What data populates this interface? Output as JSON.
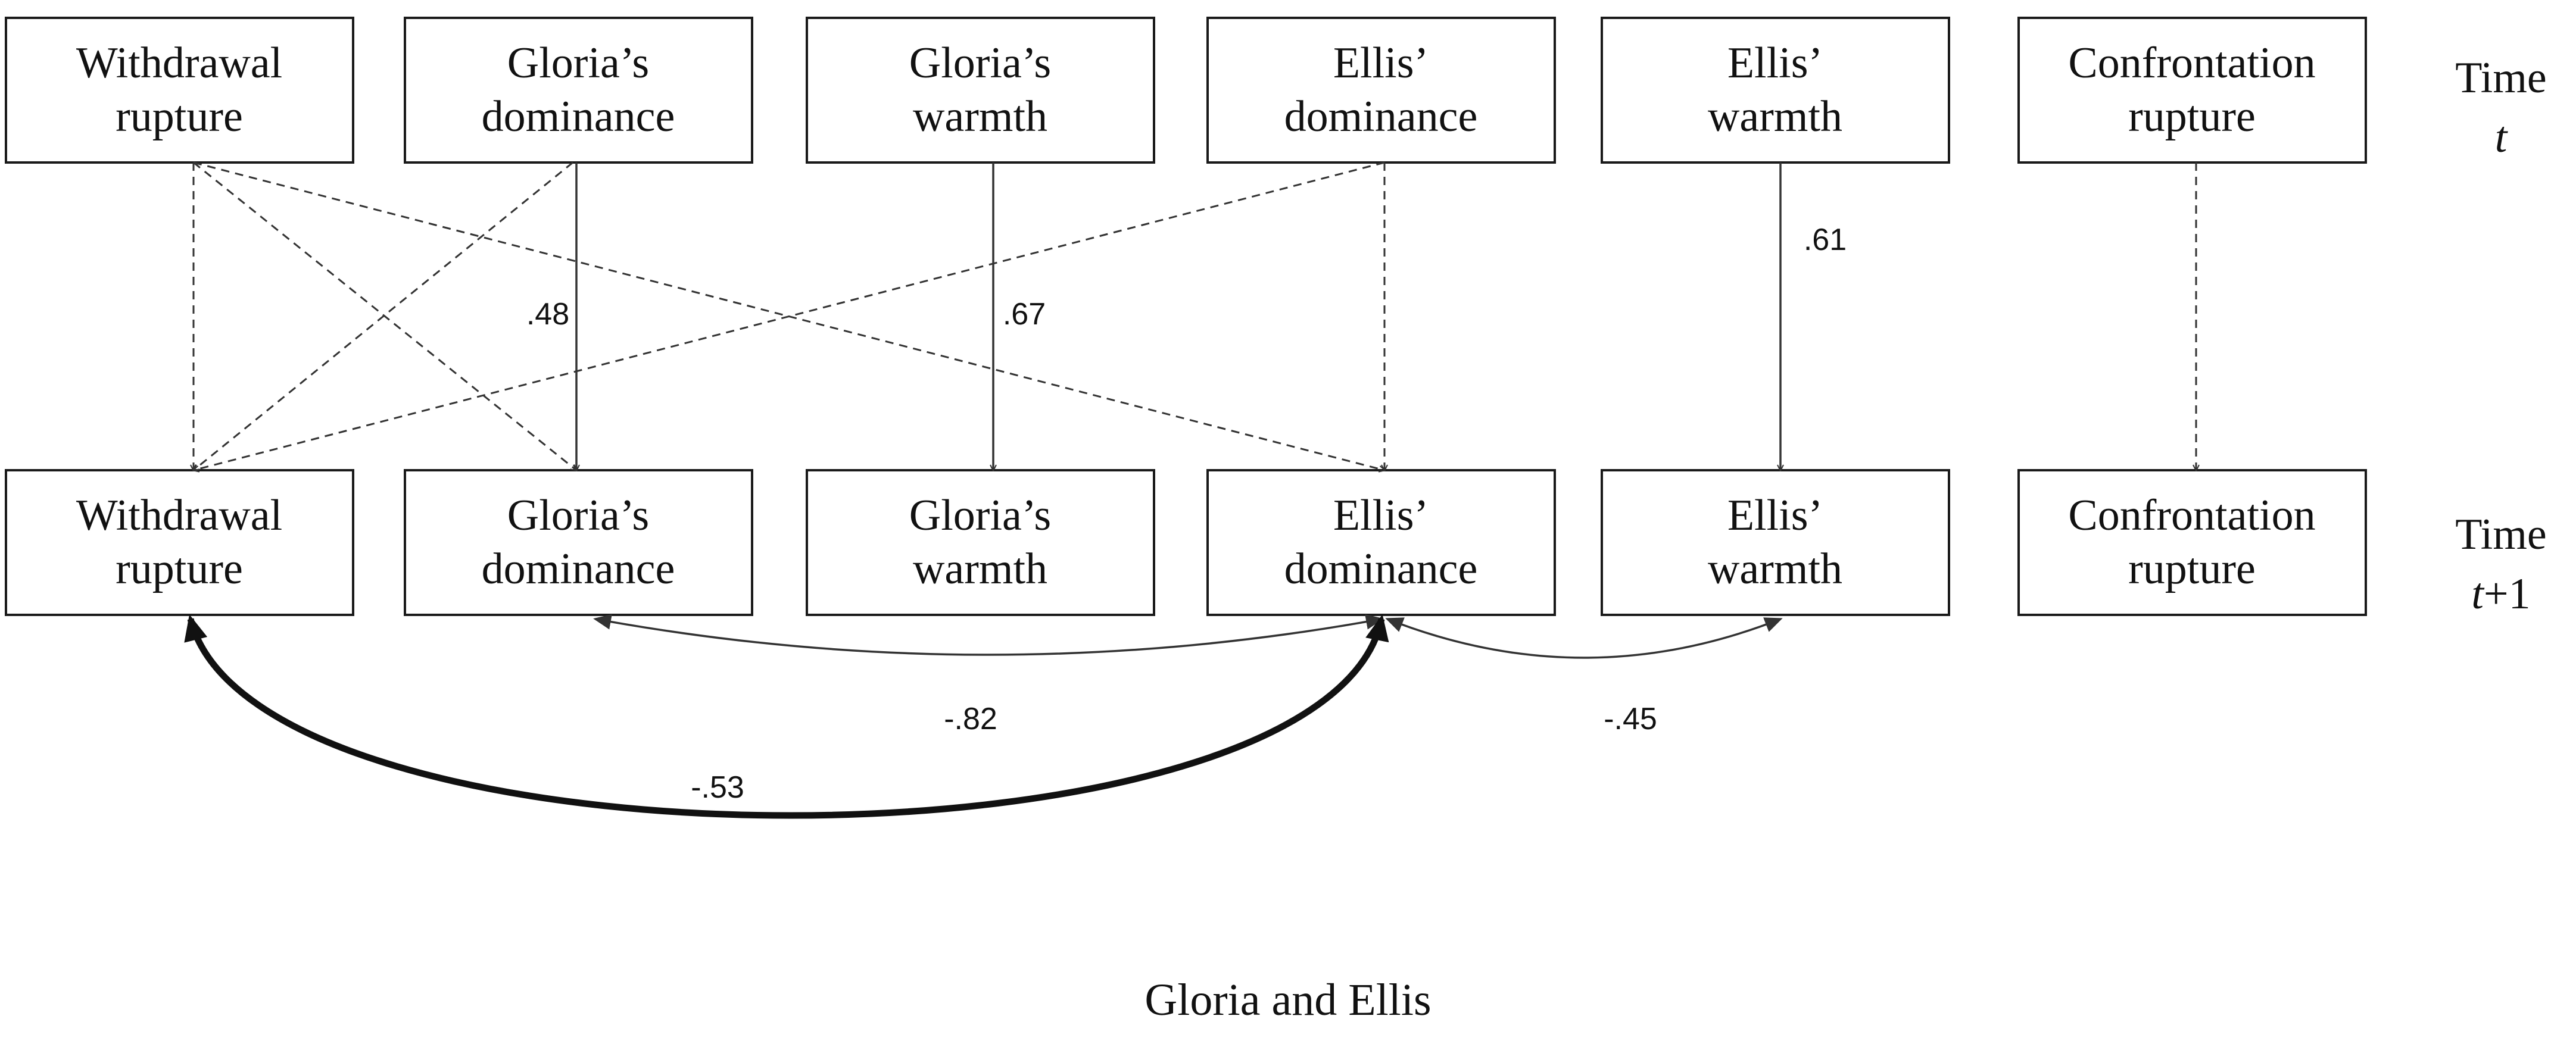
{
  "nodes": {
    "top": [
      {
        "id": "withdrawal-t",
        "lines": [
          "Withdrawal",
          "rupture"
        ]
      },
      {
        "id": "gloria-dom-t",
        "lines": [
          "Gloria’s",
          "dominance"
        ]
      },
      {
        "id": "gloria-warm-t",
        "lines": [
          "Gloria’s",
          "warmth"
        ]
      },
      {
        "id": "ellis-dom-t",
        "lines": [
          "Ellis’",
          "dominance"
        ]
      },
      {
        "id": "ellis-warm-t",
        "lines": [
          "Ellis’",
          "warmth"
        ]
      },
      {
        "id": "confront-t",
        "lines": [
          "Confrontation",
          "rupture"
        ]
      }
    ],
    "bottom": [
      {
        "id": "withdrawal-t1",
        "lines": [
          "Withdrawal",
          "rupture"
        ]
      },
      {
        "id": "gloria-dom-t1",
        "lines": [
          "Gloria’s",
          "dominance"
        ]
      },
      {
        "id": "gloria-warm-t1",
        "lines": [
          "Gloria’s",
          "warmth"
        ]
      },
      {
        "id": "ellis-dom-t1",
        "lines": [
          "Ellis’",
          "dominance"
        ]
      },
      {
        "id": "ellis-warm-t1",
        "lines": [
          "Ellis’",
          "warmth"
        ]
      },
      {
        "id": "confront-t1",
        "lines": [
          "Confrontation",
          "rupture"
        ]
      }
    ]
  },
  "time_labels": {
    "top": {
      "word": "Time",
      "sub": "t"
    },
    "bottom": {
      "word": "Time",
      "sub_italic": "t",
      "sub_rest": "+1"
    }
  },
  "paths": [
    {
      "from": "withdrawal-t",
      "to": "withdrawal-t1",
      "style": "dashed",
      "coefficient": ""
    },
    {
      "from": "withdrawal-t",
      "to": "gloria-dom-t1",
      "style": "dashed",
      "coefficient": ""
    },
    {
      "from": "withdrawal-t",
      "to": "ellis-dom-t1",
      "style": "dashed",
      "coefficient": ""
    },
    {
      "from": "gloria-dom-t",
      "to": "withdrawal-t1",
      "style": "dashed",
      "coefficient": ""
    },
    {
      "from": "gloria-dom-t",
      "to": "gloria-dom-t1",
      "style": "solid",
      "coefficient": ".48"
    },
    {
      "from": "gloria-warm-t",
      "to": "gloria-warm-t1",
      "style": "solid",
      "coefficient": ".67"
    },
    {
      "from": "ellis-dom-t",
      "to": "withdrawal-t1",
      "style": "dashed",
      "coefficient": ""
    },
    {
      "from": "ellis-dom-t",
      "to": "ellis-dom-t1",
      "style": "dashed",
      "coefficient": ""
    },
    {
      "from": "ellis-warm-t",
      "to": "ellis-warm-t1",
      "style": "solid",
      "coefficient": ".61"
    },
    {
      "from": "confront-t",
      "to": "confront-t1",
      "style": "dashed",
      "coefficient": ""
    }
  ],
  "covariances": [
    {
      "between": [
        "gloria-dom-t1",
        "ellis-dom-t1"
      ],
      "coefficient": "-.82",
      "weight": "thin"
    },
    {
      "between": [
        "ellis-dom-t1",
        "ellis-warm-t1"
      ],
      "coefficient": "-.45",
      "weight": "thin"
    },
    {
      "between": [
        "withdrawal-t1",
        "ellis-dom-t1"
      ],
      "coefficient": "-.53",
      "weight": "thick"
    }
  ],
  "caption": "Gloria and Ellis"
}
